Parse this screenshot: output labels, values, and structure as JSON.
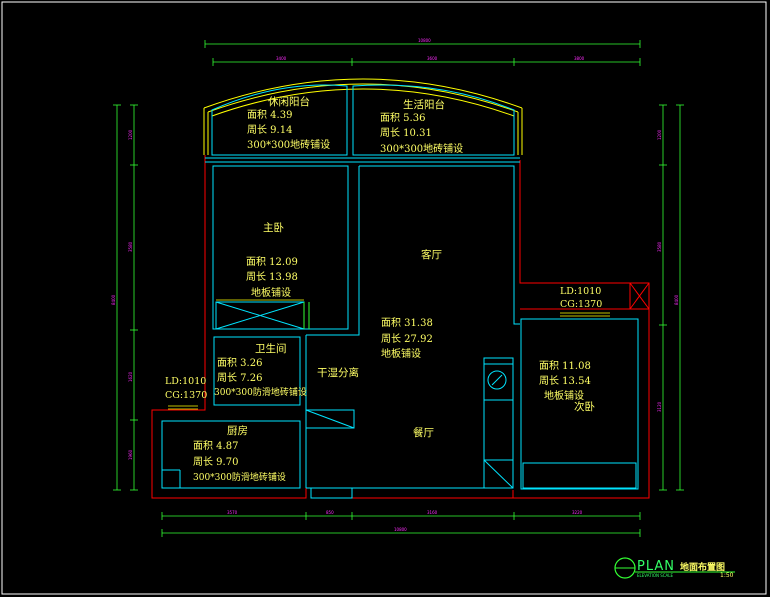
{
  "dims": {
    "top_total": "10800",
    "top_1": "3400",
    "top_2": "3600",
    "top_3": "3800",
    "bottom_total": "10800",
    "bottom_1": "3570",
    "bottom_2": "850",
    "bottom_3": "3160",
    "bottom_4": "3220",
    "left_1": "1200",
    "left_2": "3580",
    "left_3": "1620",
    "left_4": "1960",
    "left_total": "8400",
    "right_1": "1200",
    "right_2": "3580",
    "right_3": "3120",
    "right_total": "8400"
  },
  "rooms": {
    "leisure_balcony": {
      "name": "休闲阳台",
      "area": "面积   4.39",
      "perimeter": "周长   9.14",
      "finish": "300*300地砖铺设"
    },
    "living_balcony": {
      "name": "生活阳台",
      "area": "面积   5.36",
      "perimeter": "周长   10.31",
      "finish": "300*300地砖铺设"
    },
    "master_bedroom": {
      "name": "主卧",
      "area": "面积   12.09",
      "perimeter": "周长   13.98",
      "finish": "地板铺设"
    },
    "living_room": {
      "name": "客厅",
      "area": "面积   31.38",
      "perimeter": "周长   27.92",
      "finish": "地板铺设"
    },
    "bathroom": {
      "name": "卫生间",
      "area": "面积   3.26",
      "perimeter": "周长   7.26",
      "finish": "300*300防滑地砖铺设"
    },
    "wet_dry": {
      "name": "干湿分离"
    },
    "kitchen": {
      "name": "厨房",
      "area": "面积   4.87",
      "perimeter": "周长   9.70",
      "finish": "300*300防滑地砖铺设"
    },
    "dining": {
      "name": "餐厅"
    },
    "second_bedroom": {
      "name": "次卧",
      "area": "面积   11.08",
      "perimeter": "周长   13.54",
      "finish": "地板铺设"
    }
  },
  "window_tags": {
    "right_ld": "LD:1010",
    "right_cg": "CG:1370",
    "left_ld": "LD:1010",
    "left_cg": "CG:1370"
  },
  "title_block": {
    "plan": "PLAN",
    "title": "地面布置图",
    "scale": "1:50",
    "subtitle": "ELEVATION SCALE"
  },
  "colors": {
    "background": "#000000",
    "wall_cyan": "#00e5ff",
    "outline_red": "#ff0000",
    "dimension_green": "#33ff33",
    "text_yellow": "#ffff66",
    "dim_text_magenta": "#ff2dff",
    "window_yellow": "#ffff00"
  }
}
